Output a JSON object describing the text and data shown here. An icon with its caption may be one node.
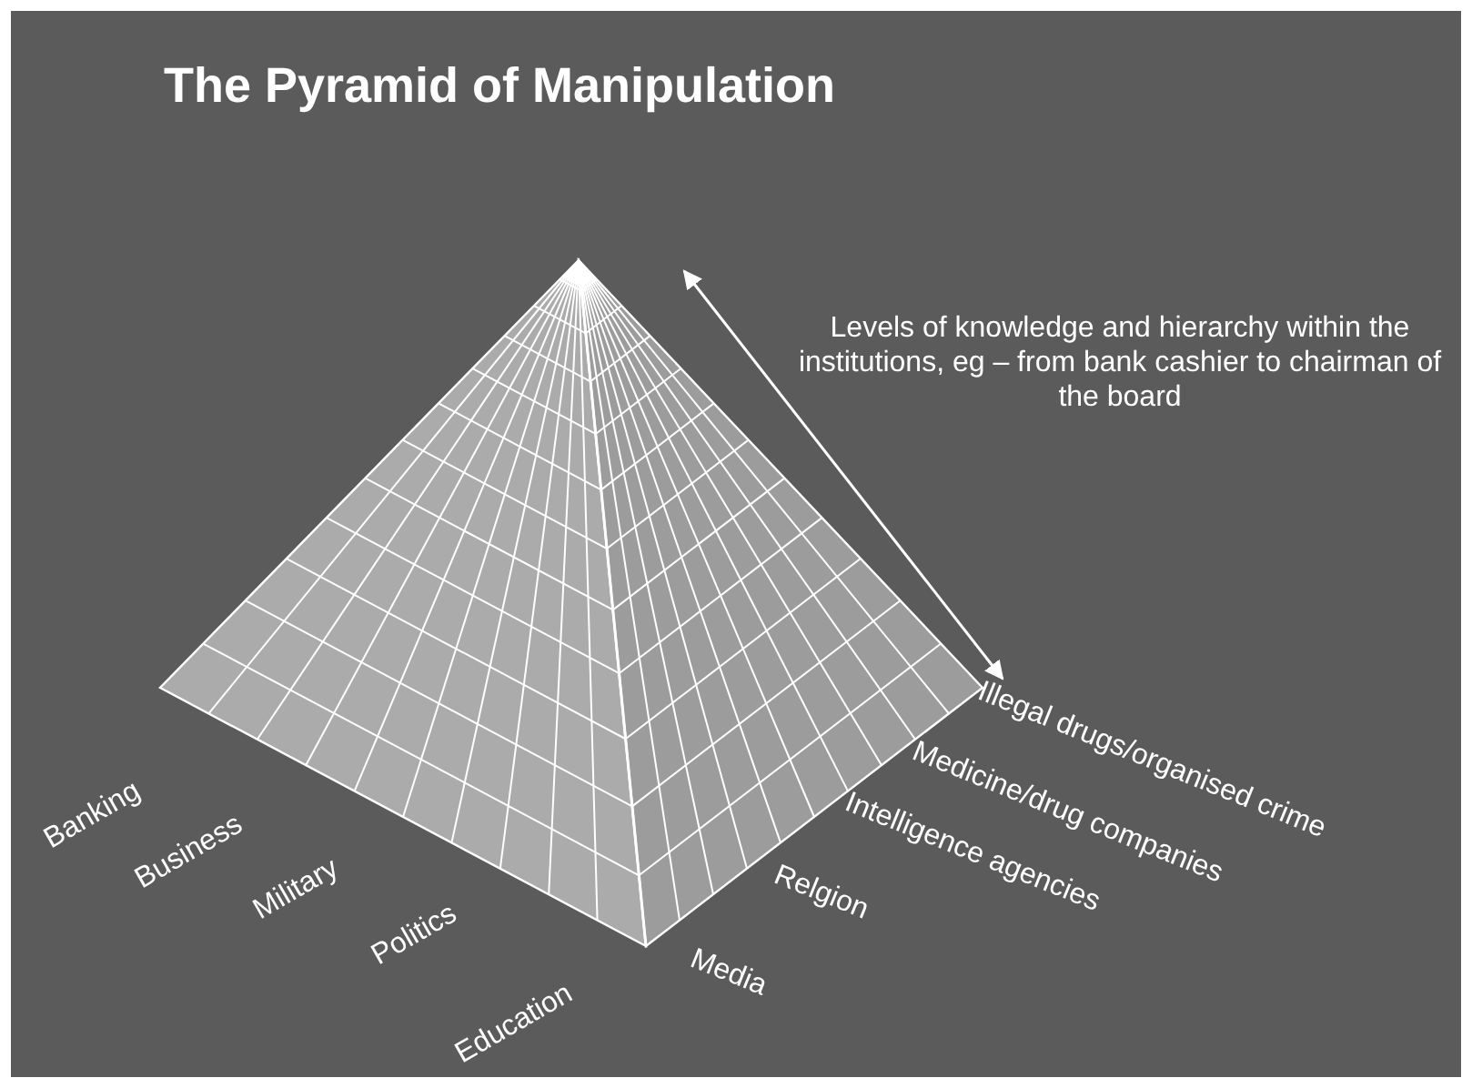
{
  "diagram": {
    "title": "The Pyramid of Manipulation",
    "labels": [
      "Levels of knowledge and hierarchy within the institutions, eg – from bank cashier to chairman of the board",
      "Banking",
      "Business",
      "Military",
      "Politics",
      "Education",
      "Media",
      "Relgion",
      "Intelligence agencies",
      "Medicine/drug companies",
      "Illegal drugs/organised crime"
    ]
  }
}
